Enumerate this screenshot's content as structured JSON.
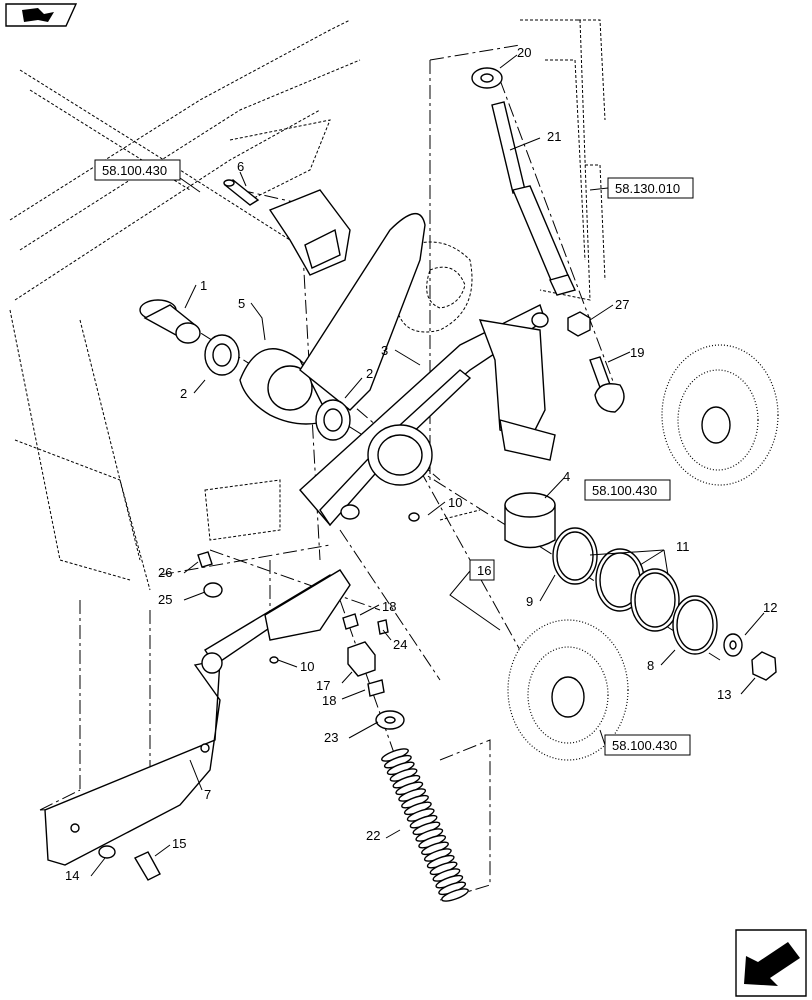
{
  "callouts": [
    {
      "id": "c1",
      "text": "1"
    },
    {
      "id": "c2a",
      "text": "2"
    },
    {
      "id": "c2b",
      "text": "2"
    },
    {
      "id": "c3",
      "text": "3"
    },
    {
      "id": "c4",
      "text": "4"
    },
    {
      "id": "c5",
      "text": "5"
    },
    {
      "id": "c6",
      "text": "6"
    },
    {
      "id": "c7",
      "text": "7"
    },
    {
      "id": "c8",
      "text": "8"
    },
    {
      "id": "c9",
      "text": "9"
    },
    {
      "id": "c10a",
      "text": "10"
    },
    {
      "id": "c10b",
      "text": "10"
    },
    {
      "id": "c11",
      "text": "11"
    },
    {
      "id": "c12",
      "text": "12"
    },
    {
      "id": "c13",
      "text": "13"
    },
    {
      "id": "c14",
      "text": "14"
    },
    {
      "id": "c15",
      "text": "15"
    },
    {
      "id": "c17",
      "text": "17"
    },
    {
      "id": "c18a",
      "text": "18"
    },
    {
      "id": "c18b",
      "text": "18"
    },
    {
      "id": "c19",
      "text": "19"
    },
    {
      "id": "c20",
      "text": "20"
    },
    {
      "id": "c21",
      "text": "21"
    },
    {
      "id": "c22",
      "text": "22"
    },
    {
      "id": "c23",
      "text": "23"
    },
    {
      "id": "c24",
      "text": "24"
    },
    {
      "id": "c25",
      "text": "25"
    },
    {
      "id": "c26",
      "text": "26"
    },
    {
      "id": "c27",
      "text": "27"
    }
  ],
  "boxed_callouts": [
    {
      "id": "b16",
      "text": "16"
    }
  ],
  "references": [
    {
      "id": "r1",
      "text": "58.100.430"
    },
    {
      "id": "r2",
      "text": "58.130.010"
    },
    {
      "id": "r3",
      "text": "58.100.430"
    },
    {
      "id": "r4",
      "text": "58.100.430"
    }
  ],
  "icons": {
    "top_left": "view-direction-icon",
    "bottom_right": "next-page-arrow-icon"
  }
}
